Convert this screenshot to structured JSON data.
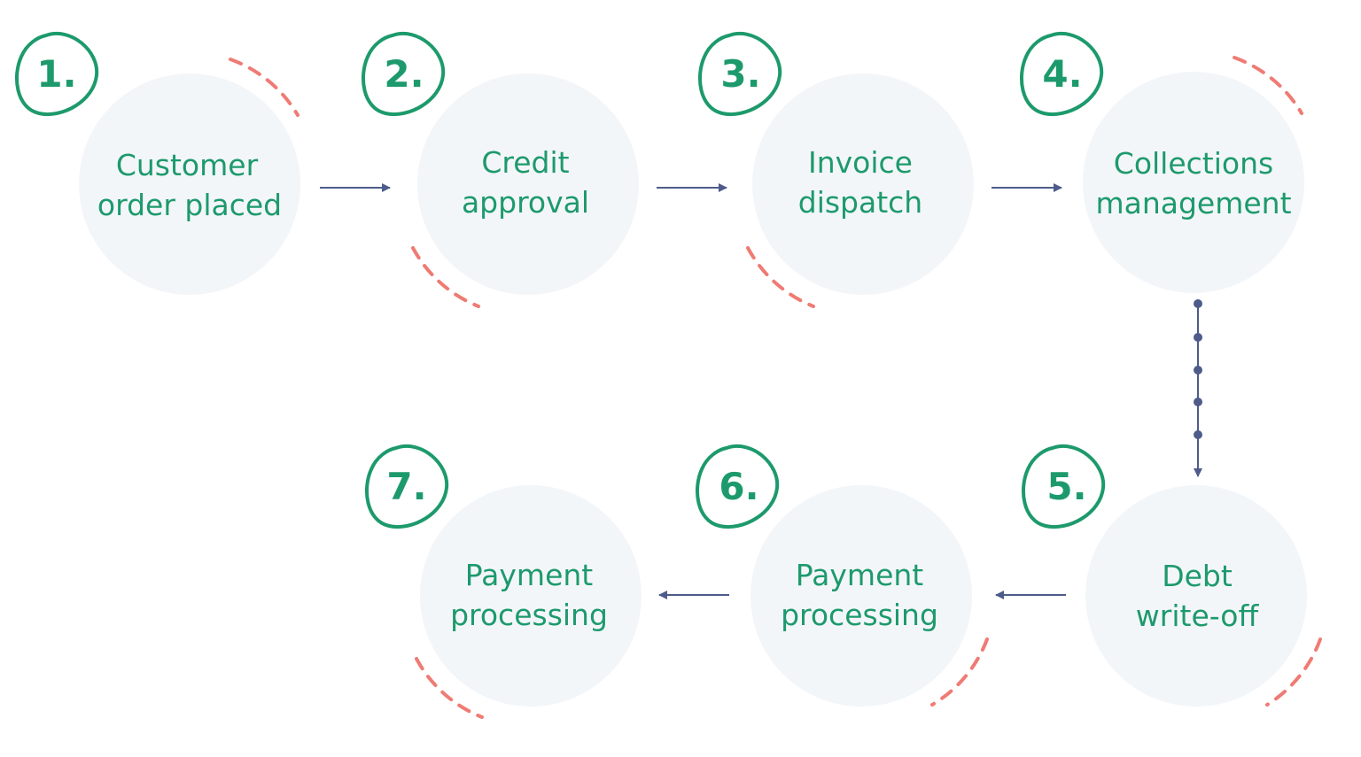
{
  "colors": {
    "circle_fill": "#f3f6f9",
    "text": "#1d9a6c",
    "badge_stroke": "#1d9a6c",
    "arrow": "#4d5c8a",
    "dashed_accent": "#ef7b74"
  },
  "steps": [
    {
      "number": "1.",
      "label_lines": [
        "Customer",
        "order placed"
      ]
    },
    {
      "number": "2.",
      "label_lines": [
        "Credit",
        "approval"
      ]
    },
    {
      "number": "3.",
      "label_lines": [
        "Invoice",
        "dispatch"
      ]
    },
    {
      "number": "4.",
      "label_lines": [
        "Collections",
        "management"
      ]
    },
    {
      "number": "5.",
      "label_lines": [
        "Debt",
        "write-off"
      ]
    },
    {
      "number": "6.",
      "label_lines": [
        "Payment",
        "processing"
      ]
    },
    {
      "number": "7.",
      "label_lines": [
        "Payment",
        "processing"
      ]
    }
  ],
  "connections": [
    {
      "from": "1.",
      "to": "2.",
      "style": "arrow"
    },
    {
      "from": "2.",
      "to": "3.",
      "style": "arrow"
    },
    {
      "from": "3.",
      "to": "4.",
      "style": "arrow"
    },
    {
      "from": "4.",
      "to": "5.",
      "style": "dotted-arrow"
    },
    {
      "from": "5.",
      "to": "6.",
      "style": "arrow"
    },
    {
      "from": "6.",
      "to": "7.",
      "style": "arrow"
    }
  ]
}
